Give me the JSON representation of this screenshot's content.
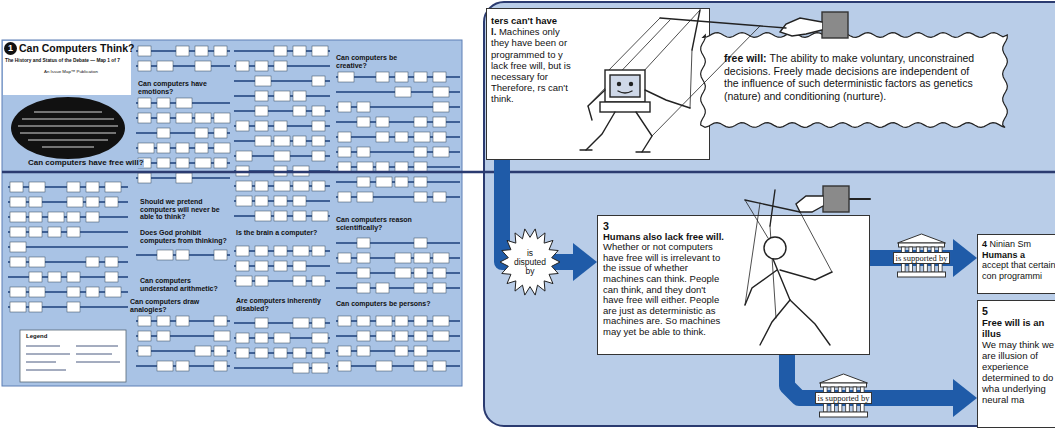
{
  "diagram": {
    "title": "Can Computers Think?",
    "nodes": [
      {
        "text": [
          "ters can't have l.",
          "Machines only they have been or programmed to y lack free will, but is necessary for Therefore, rs can't think."
        ]
      },
      {
        "text": [
          "free will:",
          "The ability to make voluntary, unconstrained decisions. Freely made decisions are independent of the influence of such deterministic factors as genetics (nature) and conditioning (nurture)."
        ]
      },
      {
        "text": [
          "3",
          "Humans also lack free will.",
          "Whether or not computers have free will is irrelevant to the issue of whether machines can think. People can think, and they don't have free will either. People are just as deterministic as machines are. So machines may yet be able to think."
        ]
      },
      {
        "text": [
          "4",
          "Ninian Sm",
          "Humans a",
          "accept that certain con programmi"
        ]
      },
      {
        "text": [
          "5",
          "Free will is an illus",
          "We may think we are illusion of experience determined to do wha underlying neural ma"
        ]
      }
    ],
    "edges": [
      {
        "from": 0,
        "to": 2,
        "arrow": "to",
        "label": "is disputed by"
      },
      {
        "from": 2,
        "to": 3,
        "arrow": "to",
        "label": "is supported by"
      },
      {
        "from": 2,
        "to": 4,
        "arrow": "to",
        "label": "is supported by"
      }
    ],
    "labels": [
      "1",
      "The History and Status of the Debate — Map 1 of 7",
      "An Issue Map™ Publication",
      "Can computers have free will?",
      "Can computers have emotions?",
      "Can computers be creative?",
      "Should we pretend computers will never be able to think?",
      "Does God prohibit computers from thinking?",
      "Is the brain a computer?",
      "Can computers understand arithmetic?",
      "Can computers draw analogies?",
      "Are computers inherently disabled?",
      "Can computers reason scientifically?",
      "Can computers be persons?",
      "Legend"
    ]
  }
}
